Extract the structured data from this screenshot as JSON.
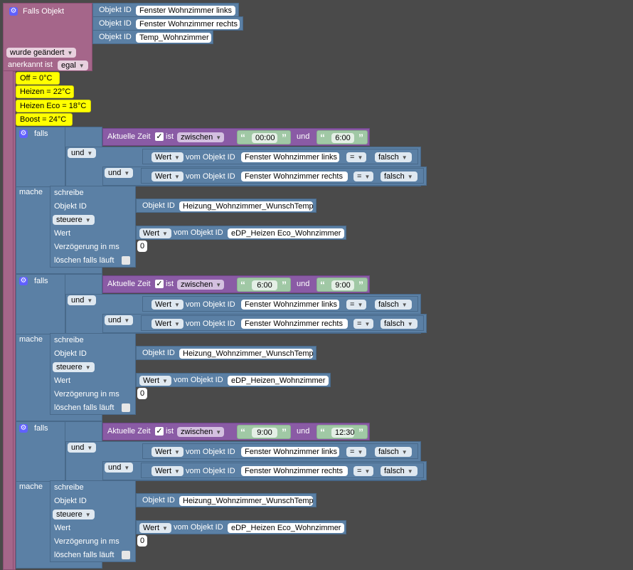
{
  "trigger": {
    "title": "Falls Objekt",
    "objekt_label": "Objekt ID",
    "objects": [
      "Fenster Wohnzimmer links",
      "Fenster Wohnzimmer rechts",
      "Temp_Wohnzimmer"
    ],
    "changed": "wurde geändert",
    "ack_label": "anerkannt ist",
    "ack_value": "egal"
  },
  "presets": [
    "Off = 0°C",
    "Heizen = 22°C",
    "Heizen Eco = 18°C",
    "Boost = 24°C"
  ],
  "labels": {
    "falls": "falls",
    "mache": "mache",
    "und": "und",
    "aktuelle_zeit": "Aktuelle Zeit",
    "ist": "ist",
    "zwischen": "zwischen",
    "wert": "Wert",
    "vom_objekt_id": "vom Objekt ID",
    "eq": "=",
    "falsch": "falsch",
    "schreibe": "schreibe",
    "objekt_id": "Objekt ID",
    "steuere": "steuere",
    "verzoegerung": "Verzögerung in ms",
    "loeschen": "löschen falls läuft",
    "check_mark": "✓",
    "gear": "⚙",
    "win_left": "Fenster Wohnzimmer links",
    "win_right": "Fenster Wohnzimmer rechts",
    "target": "Heizung_Wohnzimmer_WunschTemp"
  },
  "rules": [
    {
      "from": "00:00",
      "to": "6:00",
      "source": "eDP_Heizen Eco_Wohnzimmer",
      "delay": "0"
    },
    {
      "from": "6:00",
      "to": "9:00",
      "source": "eDP_Heizen_Wohnzimmer",
      "delay": "0"
    },
    {
      "from": "9:00",
      "to": "12:30",
      "source": "eDP_Heizen Eco_Wohnzimmer",
      "delay": "0"
    }
  ]
}
